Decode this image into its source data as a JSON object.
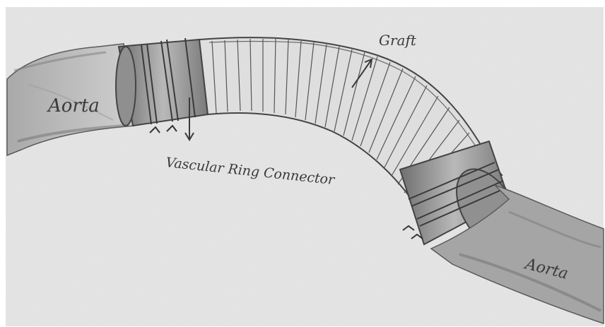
{
  "labels": {
    "aorta_left": "Aorta",
    "aorta_right": "Aorta",
    "graft": "Graft",
    "connector": "Vascular Ring Connector"
  },
  "colors": {
    "paper": "#e6e6e6",
    "pencil": "#3c3c3c",
    "shade": "#8a8a8a"
  }
}
